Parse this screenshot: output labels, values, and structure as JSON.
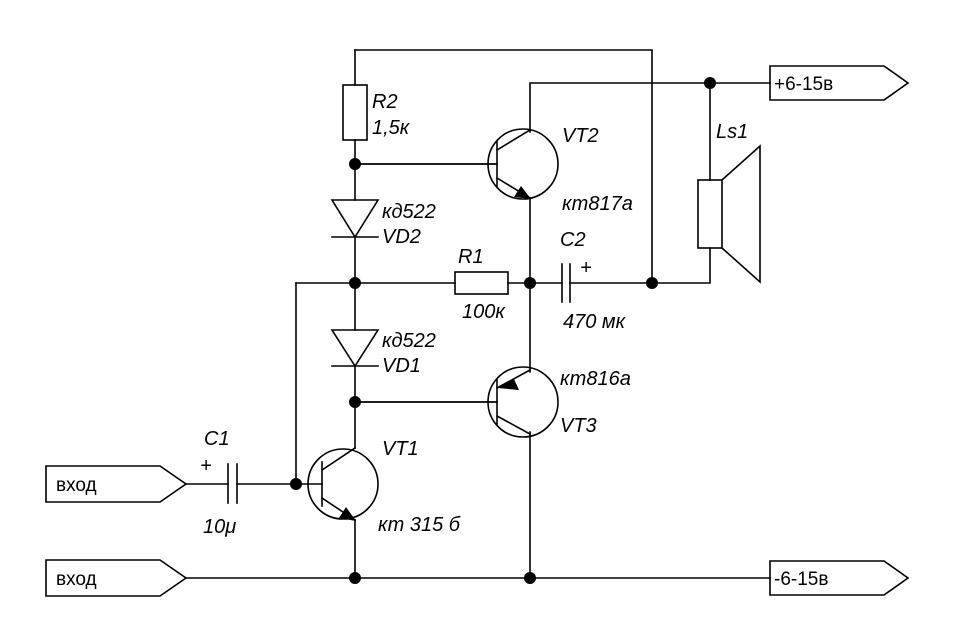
{
  "components": {
    "r2": {
      "ref": "R2",
      "value": "1,5к"
    },
    "r1": {
      "ref": "R1",
      "value": "100к"
    },
    "vd2": {
      "part": "кд522",
      "ref": "VD2"
    },
    "vd1": {
      "part": "кд522",
      "ref": "VD1"
    },
    "vt2": {
      "ref": "VT2",
      "part": "кт817а"
    },
    "vt3": {
      "ref": "VT3",
      "part": "кт816а"
    },
    "vt1": {
      "ref": "VT1",
      "part": "кт 315 б"
    },
    "c1": {
      "ref": "C1",
      "value": "10μ",
      "polarity": "+"
    },
    "c2": {
      "ref": "C2",
      "value": "470 мк",
      "polarity": "+"
    },
    "ls1": {
      "ref": "Ls1"
    }
  },
  "ports": {
    "input_top": "вход",
    "input_bottom": "вход",
    "supply_pos": "+6-15в",
    "supply_neg": "-6-15в"
  }
}
